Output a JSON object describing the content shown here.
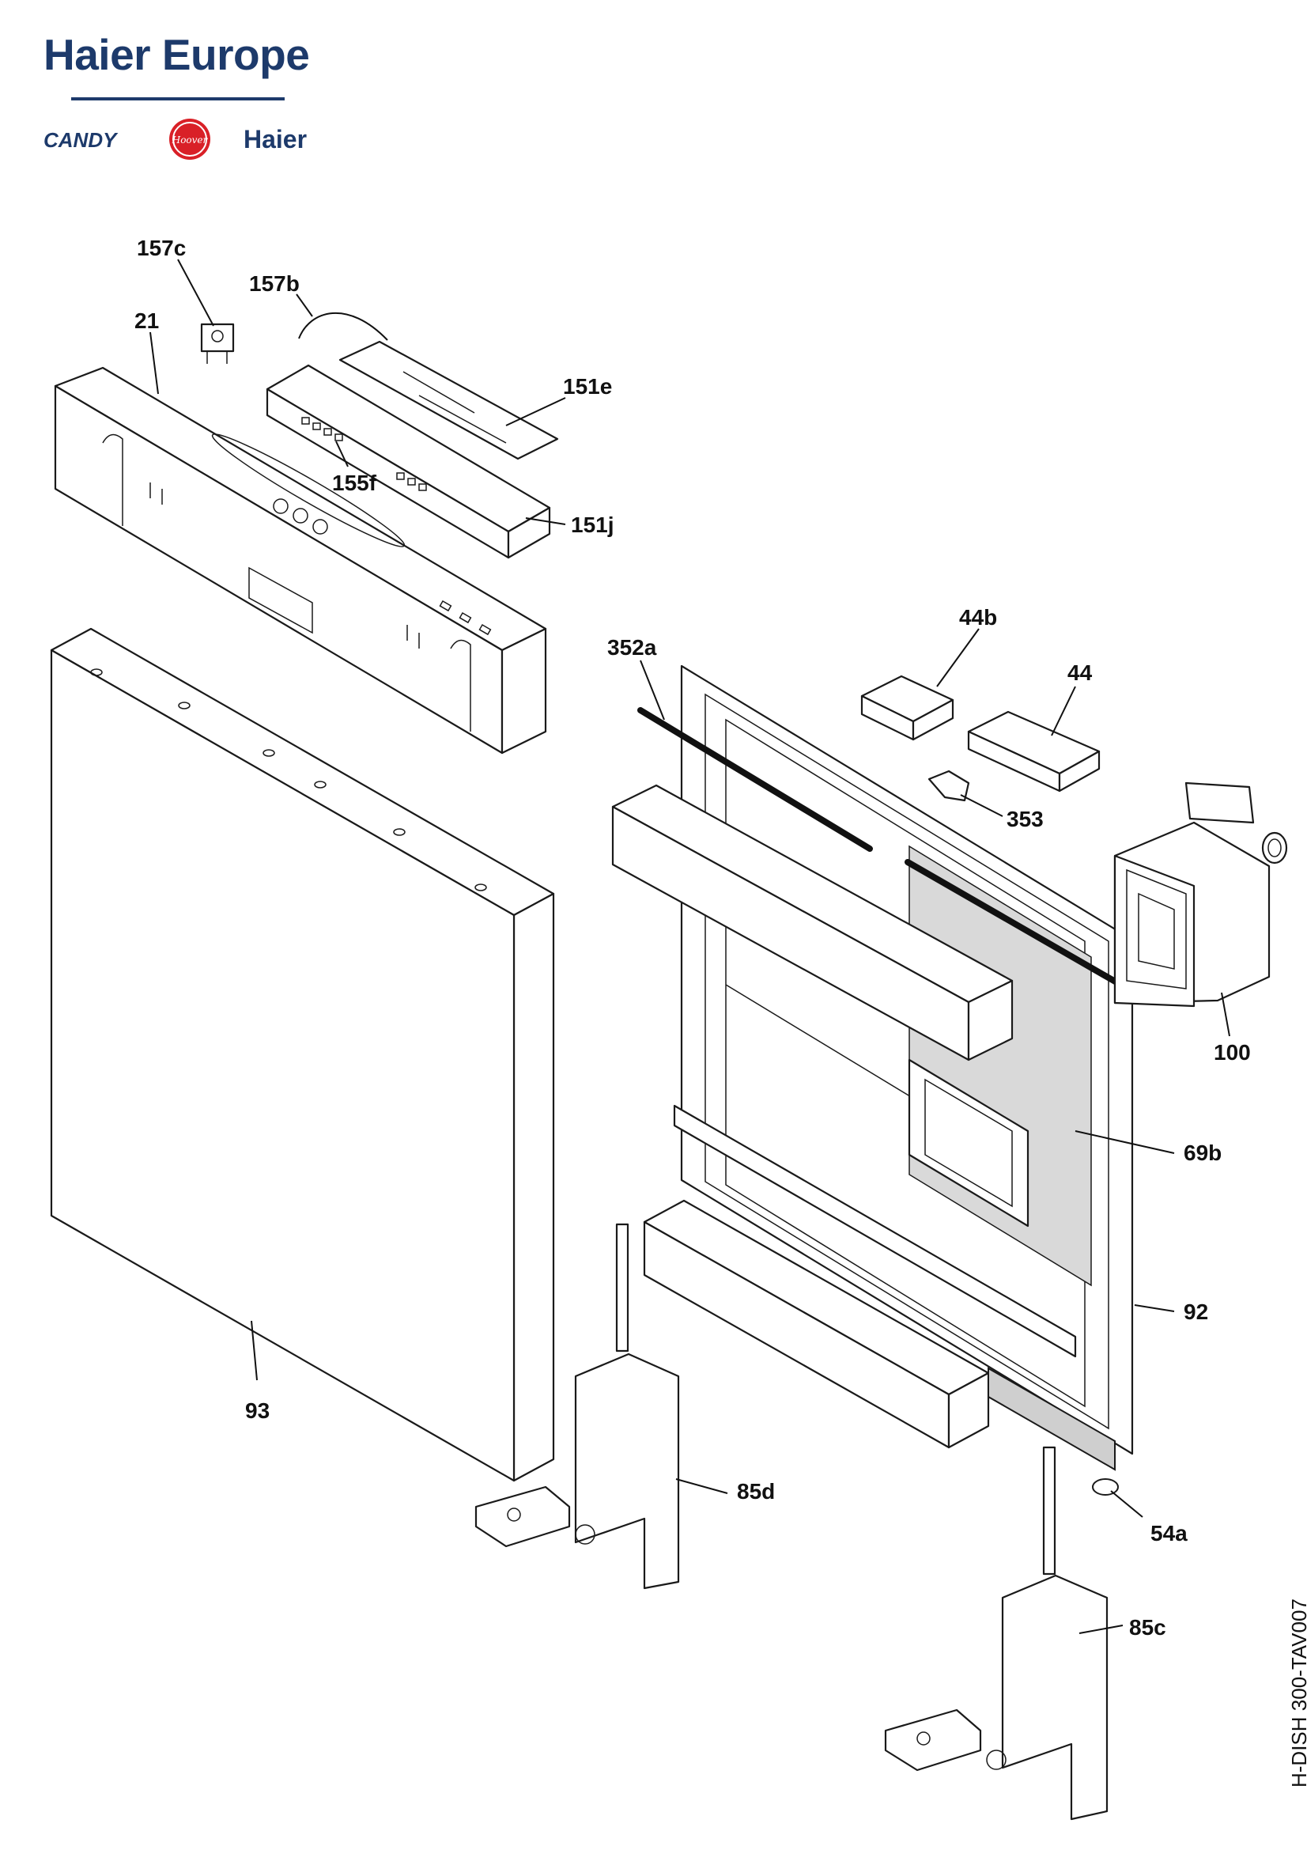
{
  "header": {
    "brand_title": "Haier Europe",
    "logos": {
      "candy": "CANDY",
      "hoover": "Hoover",
      "haier": "Haier"
    }
  },
  "colors": {
    "brand_navy": "#1d3a6b",
    "hoover_red": "#d92027",
    "line": "#1a1a1a",
    "gasket_grey": "#d9d9d9"
  },
  "document_code": "H-DISH 300-TAV007",
  "callouts": {
    "c157c": "157c",
    "c157b": "157b",
    "c21": "21",
    "c151e": "151e",
    "c155f": "155f",
    "c151j": "151j",
    "c44b": "44b",
    "c352a": "352a",
    "c44": "44",
    "c353": "353",
    "c100": "100",
    "c69b": "69b",
    "c92": "92",
    "c93": "93",
    "c85d": "85d",
    "c54a": "54a",
    "c85c": "85c"
  }
}
